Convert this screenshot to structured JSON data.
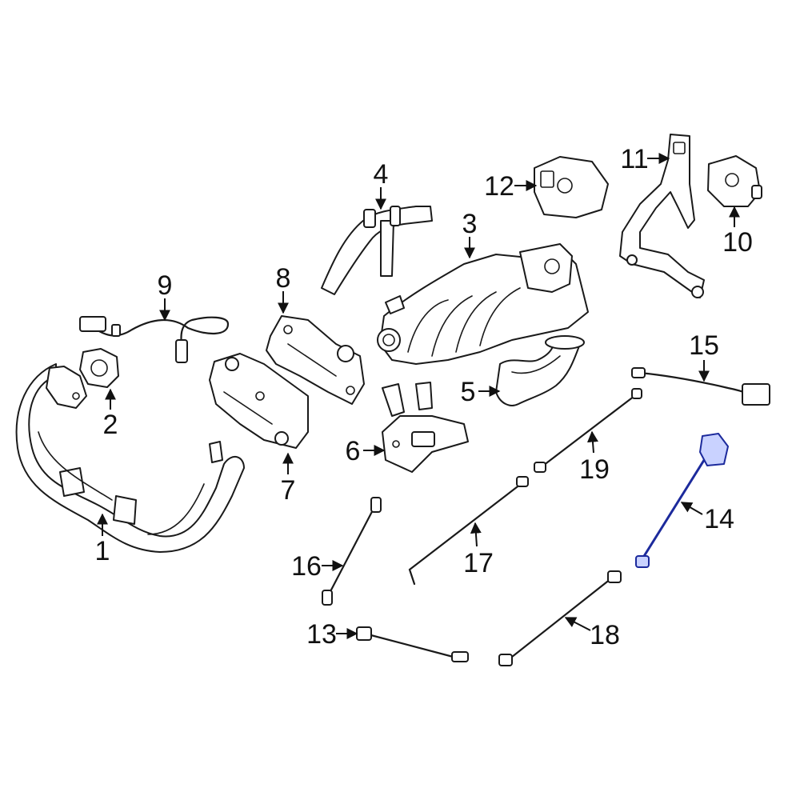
{
  "diagram": {
    "highlight_color": "#1c2a9c",
    "callouts": [
      {
        "id": "1",
        "label": "1"
      },
      {
        "id": "2",
        "label": "2"
      },
      {
        "id": "3",
        "label": "3"
      },
      {
        "id": "4",
        "label": "4"
      },
      {
        "id": "5",
        "label": "5"
      },
      {
        "id": "6",
        "label": "6"
      },
      {
        "id": "7",
        "label": "7"
      },
      {
        "id": "8",
        "label": "8"
      },
      {
        "id": "9",
        "label": "9"
      },
      {
        "id": "10",
        "label": "10"
      },
      {
        "id": "11",
        "label": "11"
      },
      {
        "id": "12",
        "label": "12"
      },
      {
        "id": "13",
        "label": "13"
      },
      {
        "id": "14",
        "label": "14"
      },
      {
        "id": "15",
        "label": "15"
      },
      {
        "id": "16",
        "label": "16"
      },
      {
        "id": "17",
        "label": "17"
      },
      {
        "id": "18",
        "label": "18"
      },
      {
        "id": "19",
        "label": "19"
      }
    ]
  }
}
